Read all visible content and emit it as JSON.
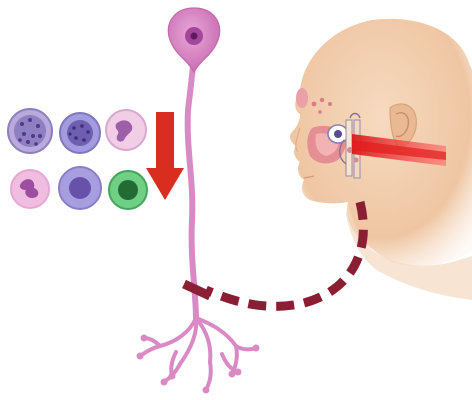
{
  "diagram": {
    "cells": [
      {
        "name": "purple-granulocyte",
        "color": "#8e7fc2"
      },
      {
        "name": "dotted-granulocyte",
        "color": "#7f78bd"
      },
      {
        "name": "pink-neutrophil",
        "color": "#d8a8cf"
      },
      {
        "name": "pink-bilobed-cell",
        "color": "#e6a8d2"
      },
      {
        "name": "violet-large-cell",
        "color": "#8b7ec7"
      },
      {
        "name": "green-cell",
        "color": "#43a55a"
      }
    ],
    "colors": {
      "neuron": "#d98ac4",
      "neuron_nucleus": "#8e2b8a",
      "arrow_down": "#d92d1f",
      "dashed_path": "#8a1f34",
      "skin": "#f0c9a7",
      "light_beam": "#e43a3a"
    }
  }
}
